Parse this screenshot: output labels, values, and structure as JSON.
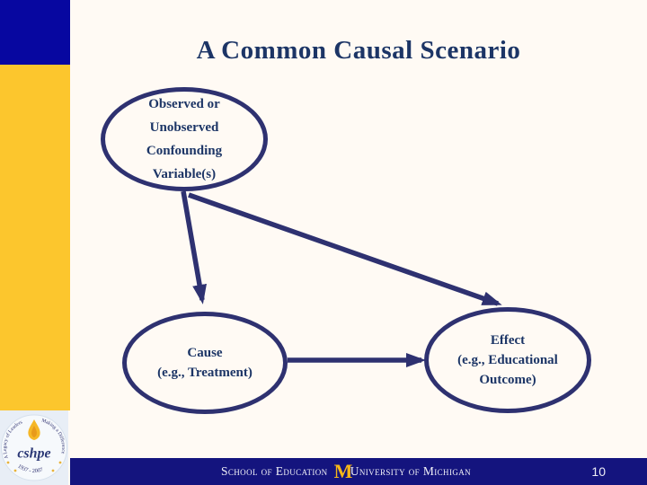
{
  "slide": {
    "title": "A Common Causal Scenario",
    "page_number": "10"
  },
  "diagram": {
    "nodes": [
      {
        "id": "confounding-variables",
        "lines": [
          "Observed or",
          "Unobserved",
          "Confounding",
          "Variable(s)"
        ]
      },
      {
        "id": "cause",
        "lines": [
          "Cause",
          "(e.g., Treatment)"
        ]
      },
      {
        "id": "effect",
        "lines": [
          "Effect",
          "(e.g., Educational",
          "Outcome)"
        ]
      }
    ],
    "edges": [
      {
        "from": "confounding-variables",
        "to": "cause"
      },
      {
        "from": "confounding-variables",
        "to": "effect"
      },
      {
        "from": "cause",
        "to": "effect"
      }
    ]
  },
  "footer": {
    "school": "School of Education",
    "block_m": "M",
    "university": "University of Michigan"
  },
  "logo": {
    "name": "cshpe",
    "arc_left": "A Legacy of Leaders",
    "arc_right": "Making a Difference",
    "years": "1937 - 2007"
  },
  "colors": {
    "background": "#FFFAF4",
    "sidebar_navy": "#0707A0",
    "sidebar_gold": "#FCC62D",
    "diagram_ink": "#2E3170",
    "title_ink": "#1C3566",
    "footer_navy": "#14147E",
    "michigan_gold": "#F7B718",
    "logo_panel_blue": "#E8EEF6"
  }
}
